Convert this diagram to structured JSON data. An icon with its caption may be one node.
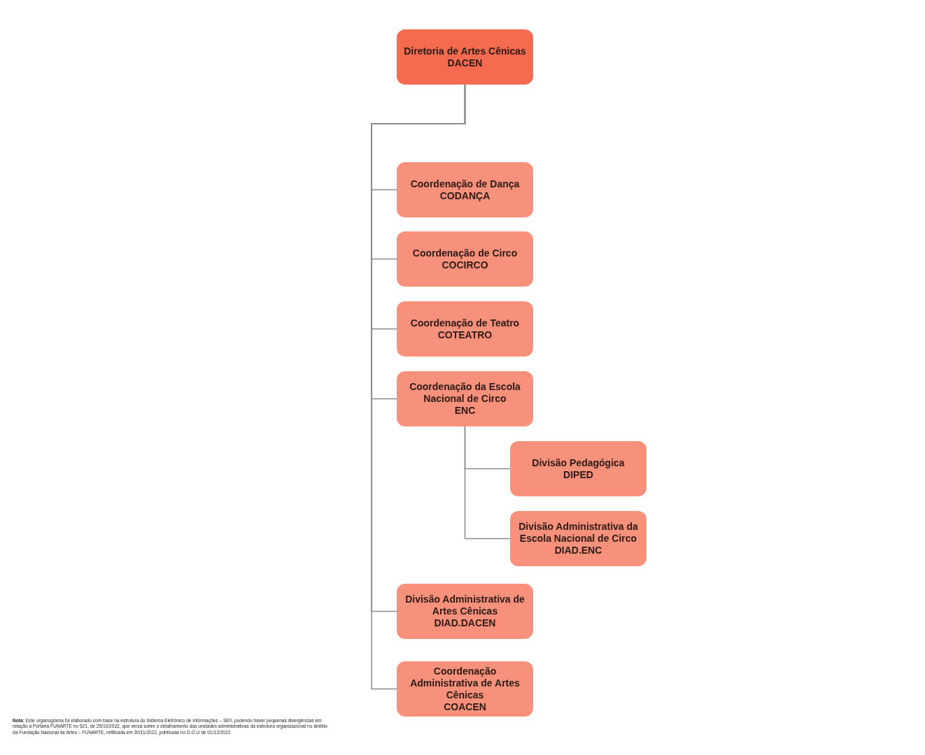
{
  "diagram": {
    "nodes": [
      {
        "text": [
          "Diretoria de Artes Cênicas",
          "DACEN"
        ]
      },
      {
        "text": [
          "Coordenação de Dança",
          "CODANÇA"
        ]
      },
      {
        "text": [
          "Coordenação de Circo",
          "COCIRCO"
        ]
      },
      {
        "text": [
          "Coordenação de Teatro",
          "COTEATRO"
        ]
      },
      {
        "text": [
          "Coordenação da Escola Nacional de Circo",
          "ENC"
        ]
      },
      {
        "text": [
          "Divisão Pedagógica",
          "DIPED"
        ]
      },
      {
        "text": [
          "Divisão Administrativa da Escola Nacional de Circo",
          "DIAD.ENC"
        ]
      },
      {
        "text": [
          "Divisão Administrativa de Artes Cênicas",
          "DIAD.DACEN"
        ]
      },
      {
        "text": [
          "Coordenação Administrativa de Artes Cênicas",
          "COACEN"
        ]
      }
    ],
    "edges": [
      {
        "from": 0,
        "to": 1,
        "arrow": "none"
      },
      {
        "from": 0,
        "to": 2,
        "arrow": "none"
      },
      {
        "from": 0,
        "to": 3,
        "arrow": "none"
      },
      {
        "from": 0,
        "to": 4,
        "arrow": "none"
      },
      {
        "from": 4,
        "to": 5,
        "arrow": "none"
      },
      {
        "from": 4,
        "to": 6,
        "arrow": "none"
      },
      {
        "from": 0,
        "to": 7,
        "arrow": "none"
      },
      {
        "from": 0,
        "to": 8,
        "arrow": "none"
      }
    ],
    "labels": [
      "**Nota:** Este organograma foi elaborado com base na estrutura do Sistema Eletrônico de Informações – SEI!, podendo haver pequenas divergências em relação à Portaria FUNARTE no 521, de 25/10/2022, que versa sobre o detalhamento das unidades administrativas da estrutura organizacional no âmbito da Fundação Nacional de Artes – FUNARTE, retificada em 30/11/2022, publicada no D.O.U de 01/12/2022"
    ]
  }
}
